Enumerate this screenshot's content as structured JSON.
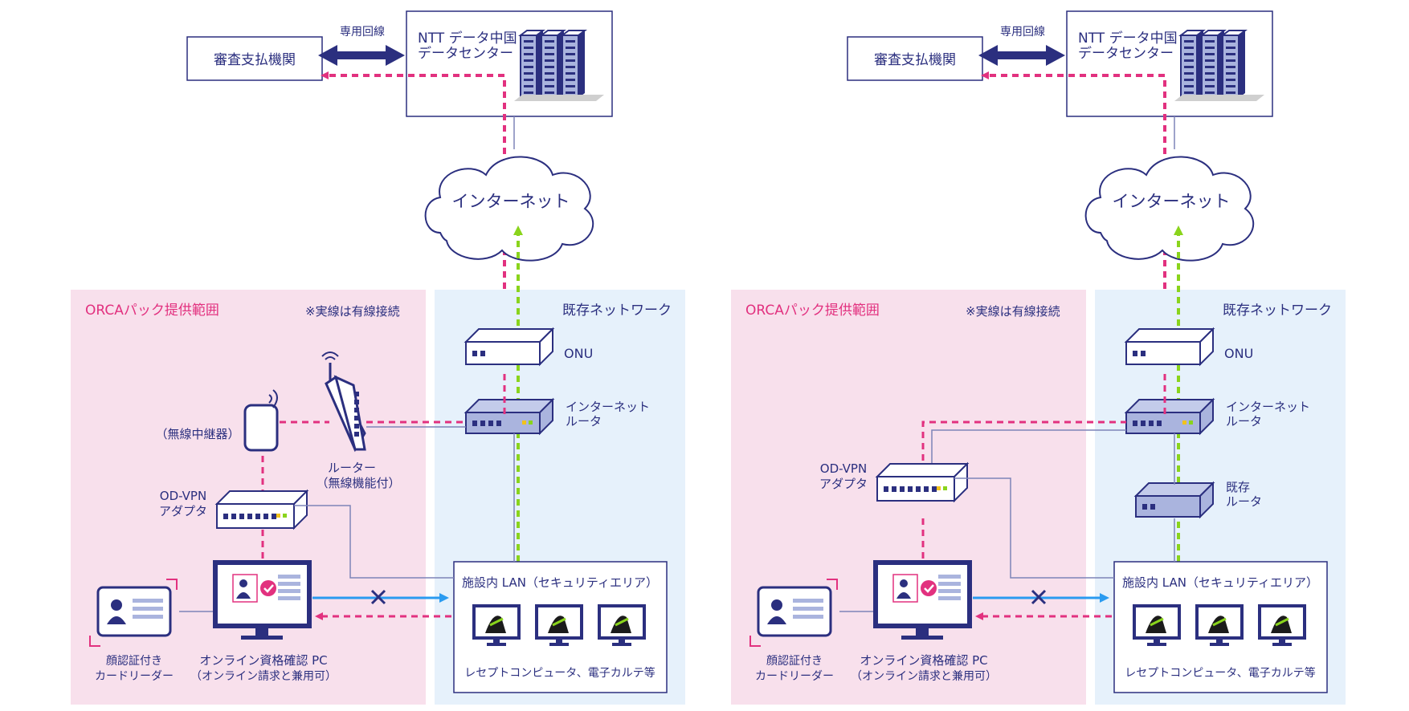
{
  "colors": {
    "pink_zone": "#f8e0ec",
    "blue_zone": "#e6f1fb",
    "pink_accent": "#e2317f",
    "navy": "#2b2f7f",
    "green": "#8ad41c",
    "cyan": "#2a9bf0",
    "server_fill": "#a9b3dd",
    "device_fill": "#aab4de"
  },
  "diagrams": [
    {
      "shinsa": "審査支払機関",
      "dedicated_line": "専用回線",
      "datacenter": [
        "NTT データ中国",
        "データセンター"
      ],
      "internet": "インターネット",
      "orca_zone": "ORCAパック提供範囲",
      "wired_note": "※実線は有線接続",
      "existing_network": "既存ネットワーク",
      "onu": "ONU",
      "internet_router": [
        "インターネット",
        "ルータ"
      ],
      "wireless_repeater": "（無線中継器）",
      "router_wireless": [
        "ルーター",
        "（無線機能付）"
      ],
      "odvpn": [
        "OD-VPN",
        "アダプタ"
      ],
      "lan_title": "施設内 LAN（セキュリティエリア）",
      "lan_caption": "レセプトコンピュータ、電子カルテ等",
      "face_reader": [
        "顔認証付き",
        "カードリーダー"
      ],
      "online_pc": [
        "オンライン資格確認 PC",
        "（オンライン請求と兼用可）"
      ]
    },
    {
      "shinsa": "審査支払機関",
      "dedicated_line": "専用回線",
      "datacenter": [
        "NTT データ中国",
        "データセンター"
      ],
      "internet": "インターネット",
      "orca_zone": "ORCAパック提供範囲",
      "wired_note": "※実線は有線接続",
      "existing_network": "既存ネットワーク",
      "onu": "ONU",
      "internet_router": [
        "インターネット",
        "ルータ"
      ],
      "existing_router": [
        "既存",
        "ルータ"
      ],
      "odvpn": [
        "OD-VPN",
        "アダプタ"
      ],
      "lan_title": "施設内 LAN（セキュリティエリア）",
      "lan_caption": "レセプトコンピュータ、電子カルテ等",
      "face_reader": [
        "顔認証付き",
        "カードリーダー"
      ],
      "online_pc": [
        "オンライン資格確認 PC",
        "（オンライン請求と兼用可）"
      ]
    }
  ]
}
